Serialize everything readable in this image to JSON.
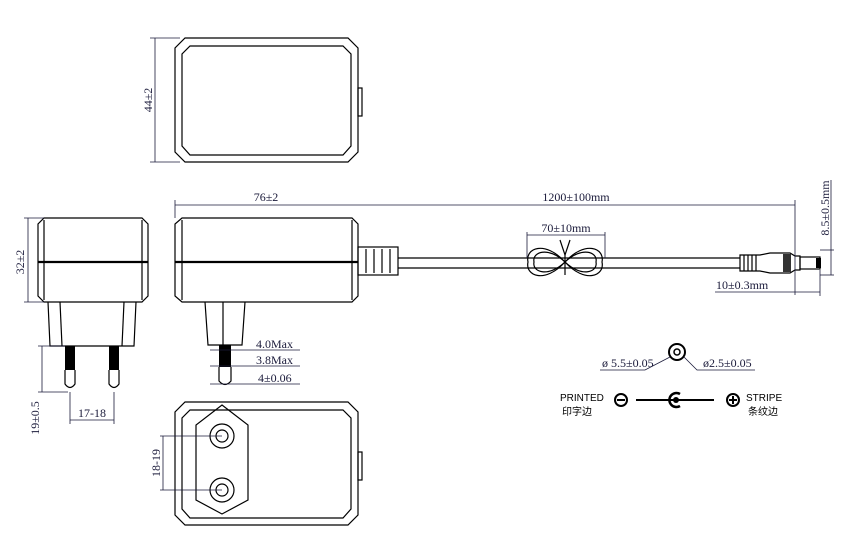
{
  "dimensions": {
    "height_top": "44±2",
    "length": "76±2",
    "height_side": "32±2",
    "cable_length": "1200±100mm",
    "tie_length": "70±10mm",
    "plug_diameter": "8.5±0.5mm",
    "tip_length": "10±0.3mm",
    "pin_4max": "4.0Max",
    "pin_38max": "3.8Max",
    "pin_diam": "4±0.06",
    "pin_length": "19±0.5",
    "pin_spacing": "17-18",
    "bottom_spacing": "18-19",
    "outer_diam": "ø 5.5±0.05",
    "inner_diam": "ø2.5±0.05"
  },
  "polarity": {
    "printed": "PRINTED",
    "printed_cn": "印字边",
    "stripe": "STRIPE",
    "stripe_cn": "条纹边"
  }
}
